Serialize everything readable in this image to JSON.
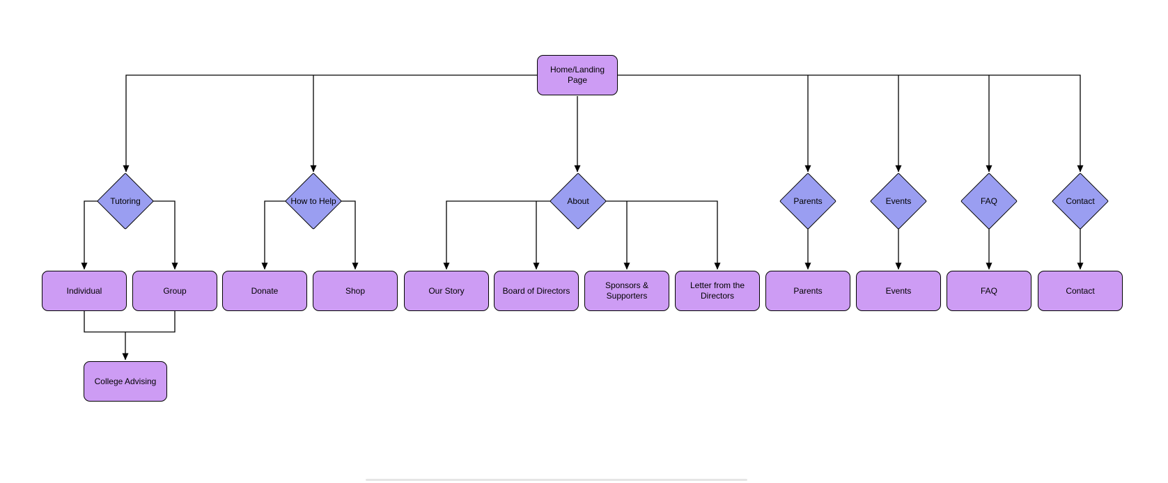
{
  "colors": {
    "box_fill": "#CD9CF4",
    "diamond_fill": "#9A9EF1",
    "shape_border": "#000000",
    "connector": "#000000",
    "text": "#000000",
    "scrollbar": "#e5e5e5"
  },
  "nodes": {
    "home": {
      "label": "Home/Landing Page"
    },
    "sections": [
      {
        "label": "Tutoring"
      },
      {
        "label": "How to Help"
      },
      {
        "label": "About"
      },
      {
        "label": "Parents"
      },
      {
        "label": "Events"
      },
      {
        "label": "FAQ"
      },
      {
        "label": "Contact"
      }
    ],
    "pages": [
      {
        "label": "Individual"
      },
      {
        "label": "Group"
      },
      {
        "label": "Donate"
      },
      {
        "label": "Shop"
      },
      {
        "label": "Our Story"
      },
      {
        "label": "Board of Directors"
      },
      {
        "label": "Sponsors & Supporters"
      },
      {
        "label": "Letter from the Directors"
      },
      {
        "label": "Parents"
      },
      {
        "label": "Events"
      },
      {
        "label": "FAQ"
      },
      {
        "label": "Contact"
      }
    ],
    "subpage": {
      "label": "College Advising"
    }
  }
}
